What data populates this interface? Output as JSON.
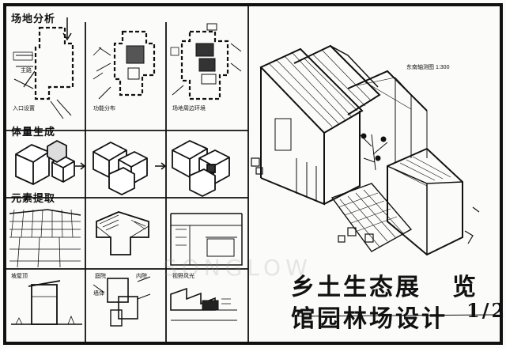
{
  "sections": {
    "site_analysis": "场地分析",
    "volume_generation": "体量生成",
    "element_extraction": "元素提取"
  },
  "captions": {
    "entrance": "入口设置",
    "road": "主路",
    "function": "功能分布",
    "site": "场地周边环境",
    "south_facing": "坡屋顶",
    "courtyard": "庭院",
    "cover": "内院",
    "wall": "墙体",
    "view": "视野风光"
  },
  "axon_label": "东南轴测图 1:300",
  "title_line1": "乡土生态展",
  "title_line2": "馆园林场设计",
  "title_suffix": "览",
  "page_number": "1/2",
  "watermark": "SONGLOW",
  "colors": {
    "ink": "#111111",
    "paper": "#fbfbfa",
    "watermark": "#969696"
  }
}
